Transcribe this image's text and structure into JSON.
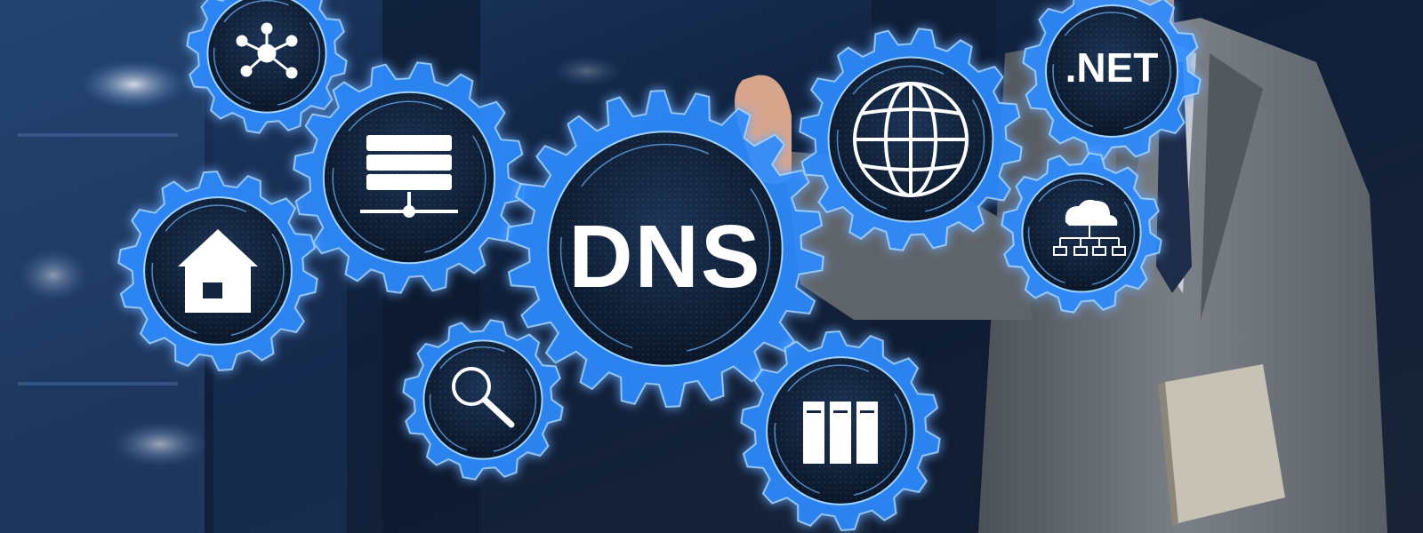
{
  "hero": {
    "title": "DNS",
    "badge": ".NET"
  },
  "colors": {
    "background": "#0b1426",
    "gear_glow": "#2f8cff",
    "gear_rim": "#9fd2ff",
    "gear_fill": "#0e1e36",
    "icon": "#ffffff",
    "suit": "#6f7378"
  },
  "gears": [
    {
      "icon": "network-nodes-icon"
    },
    {
      "icon": "server-stack-icon"
    },
    {
      "icon": "home-icon"
    },
    {
      "icon": "dns-main"
    },
    {
      "icon": "magnifier-icon"
    },
    {
      "icon": "globe-icon"
    },
    {
      "icon": "dotnet-badge"
    },
    {
      "icon": "cloud-network-icon"
    },
    {
      "icon": "server-rack-icon"
    }
  ]
}
